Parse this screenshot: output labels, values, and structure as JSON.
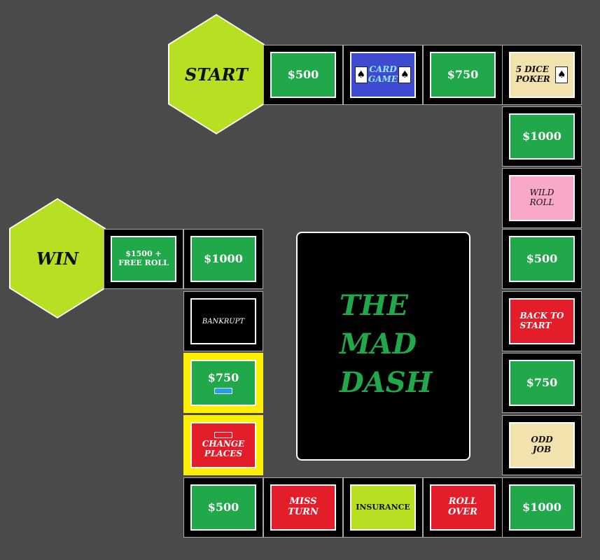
{
  "start": "START",
  "win": "WIN",
  "title": [
    "THE",
    "MAD",
    "DASH"
  ],
  "icons": {
    "card": "spade-card-icon"
  },
  "tiles": {
    "t500_top": "$500",
    "card_game": [
      "CARD",
      "GAME"
    ],
    "t750_top": "$750",
    "dice_poker": [
      "5 DICE",
      "POKER"
    ],
    "r1000_a": "$1000",
    "wild_roll": [
      "WILD",
      "ROLL"
    ],
    "r500": "$500",
    "back_to_start": [
      "BACK TO",
      "START"
    ],
    "r750": "$750",
    "odd_job": [
      "ODD",
      "JOB"
    ],
    "r1000_b": "$1000",
    "roll_over": [
      "ROLL",
      "OVER"
    ],
    "insurance": "INSURANCE",
    "miss_turn": [
      "MISS",
      "TURN"
    ],
    "b500": "$500",
    "change_places": [
      "CHANGE",
      "PLACES"
    ],
    "l750": "$750",
    "bankrupt": "BANKRUPT",
    "l1000": "$1000",
    "free_roll": [
      "$1500 +",
      "FREE ROLL"
    ]
  }
}
